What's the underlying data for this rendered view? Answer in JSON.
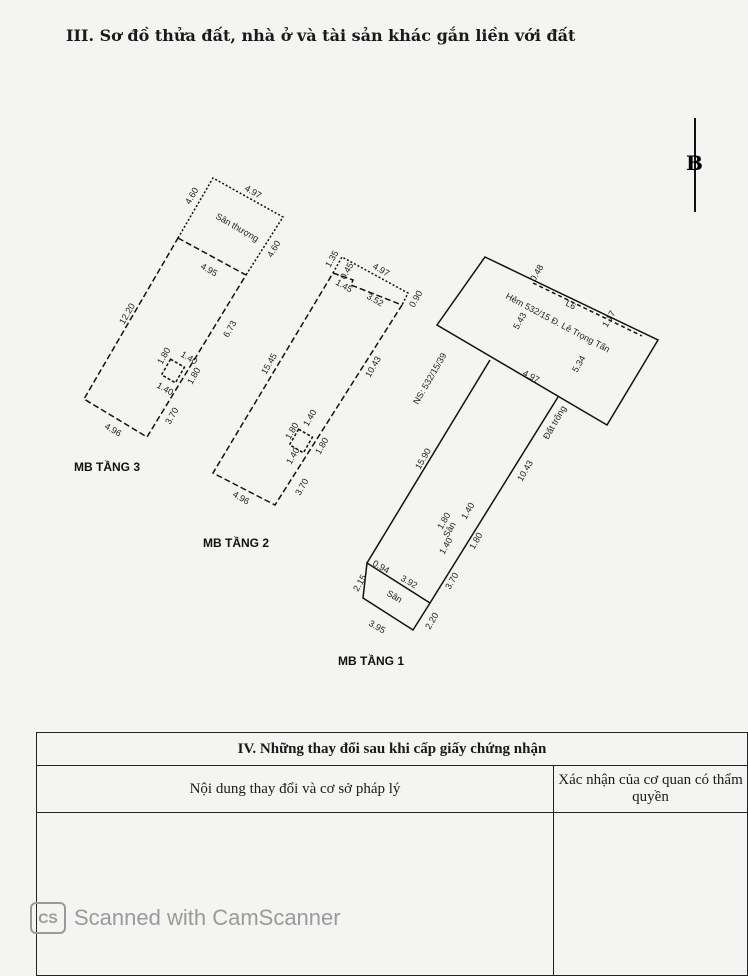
{
  "section3_title": "III. Sơ đồ thửa đất, nhà ở và tài sản khác gắn liền với đất",
  "north_label": "B",
  "floor3": {
    "label": "MB TẦNG 3",
    "terrace": "Sân thượng",
    "dims": [
      "4.97",
      "4.60",
      "4.60",
      "4.95",
      "12.20",
      "6.73",
      "1.80",
      "1.40",
      "1.40",
      "1.80",
      "4.96",
      "3.70"
    ]
  },
  "floor2": {
    "label": "MB TẦNG 2",
    "dims": [
      "1.35",
      "0.45",
      "4.97",
      "1.45",
      "3.52",
      "0.90",
      "15.45",
      "10.43",
      "1.80",
      "1.40",
      "1.40",
      "1.80",
      "4.96",
      "3.70"
    ]
  },
  "floor1": {
    "label": "MB TẦNG 1",
    "road": "Hẻm 532/15 Đ. Lê Trọng Tấn",
    "neighbor": "NS: 532/15/39",
    "empty_land": "Đất trống",
    "yard": "Sân",
    "small_yard": "Sân",
    "dims": [
      "0.48",
      "L6",
      "1.17",
      "5.43",
      "5.34",
      "4.97",
      "15.90",
      "10.43",
      "1.80",
      "1.40",
      "1.40",
      "1.80",
      "0.94",
      "3.92",
      "2.15",
      "3.70",
      "3.95",
      "2.20"
    ]
  },
  "section4": {
    "title": "IV. Những thay đổi sau khi cấp giấy chứng nhận",
    "col1": "Nội dung thay đổi và cơ sở pháp lý",
    "col2": "Xác nhận của cơ quan có thẩm quyền"
  },
  "watermark": {
    "logo": "CS",
    "text": "Scanned with CamScanner"
  }
}
